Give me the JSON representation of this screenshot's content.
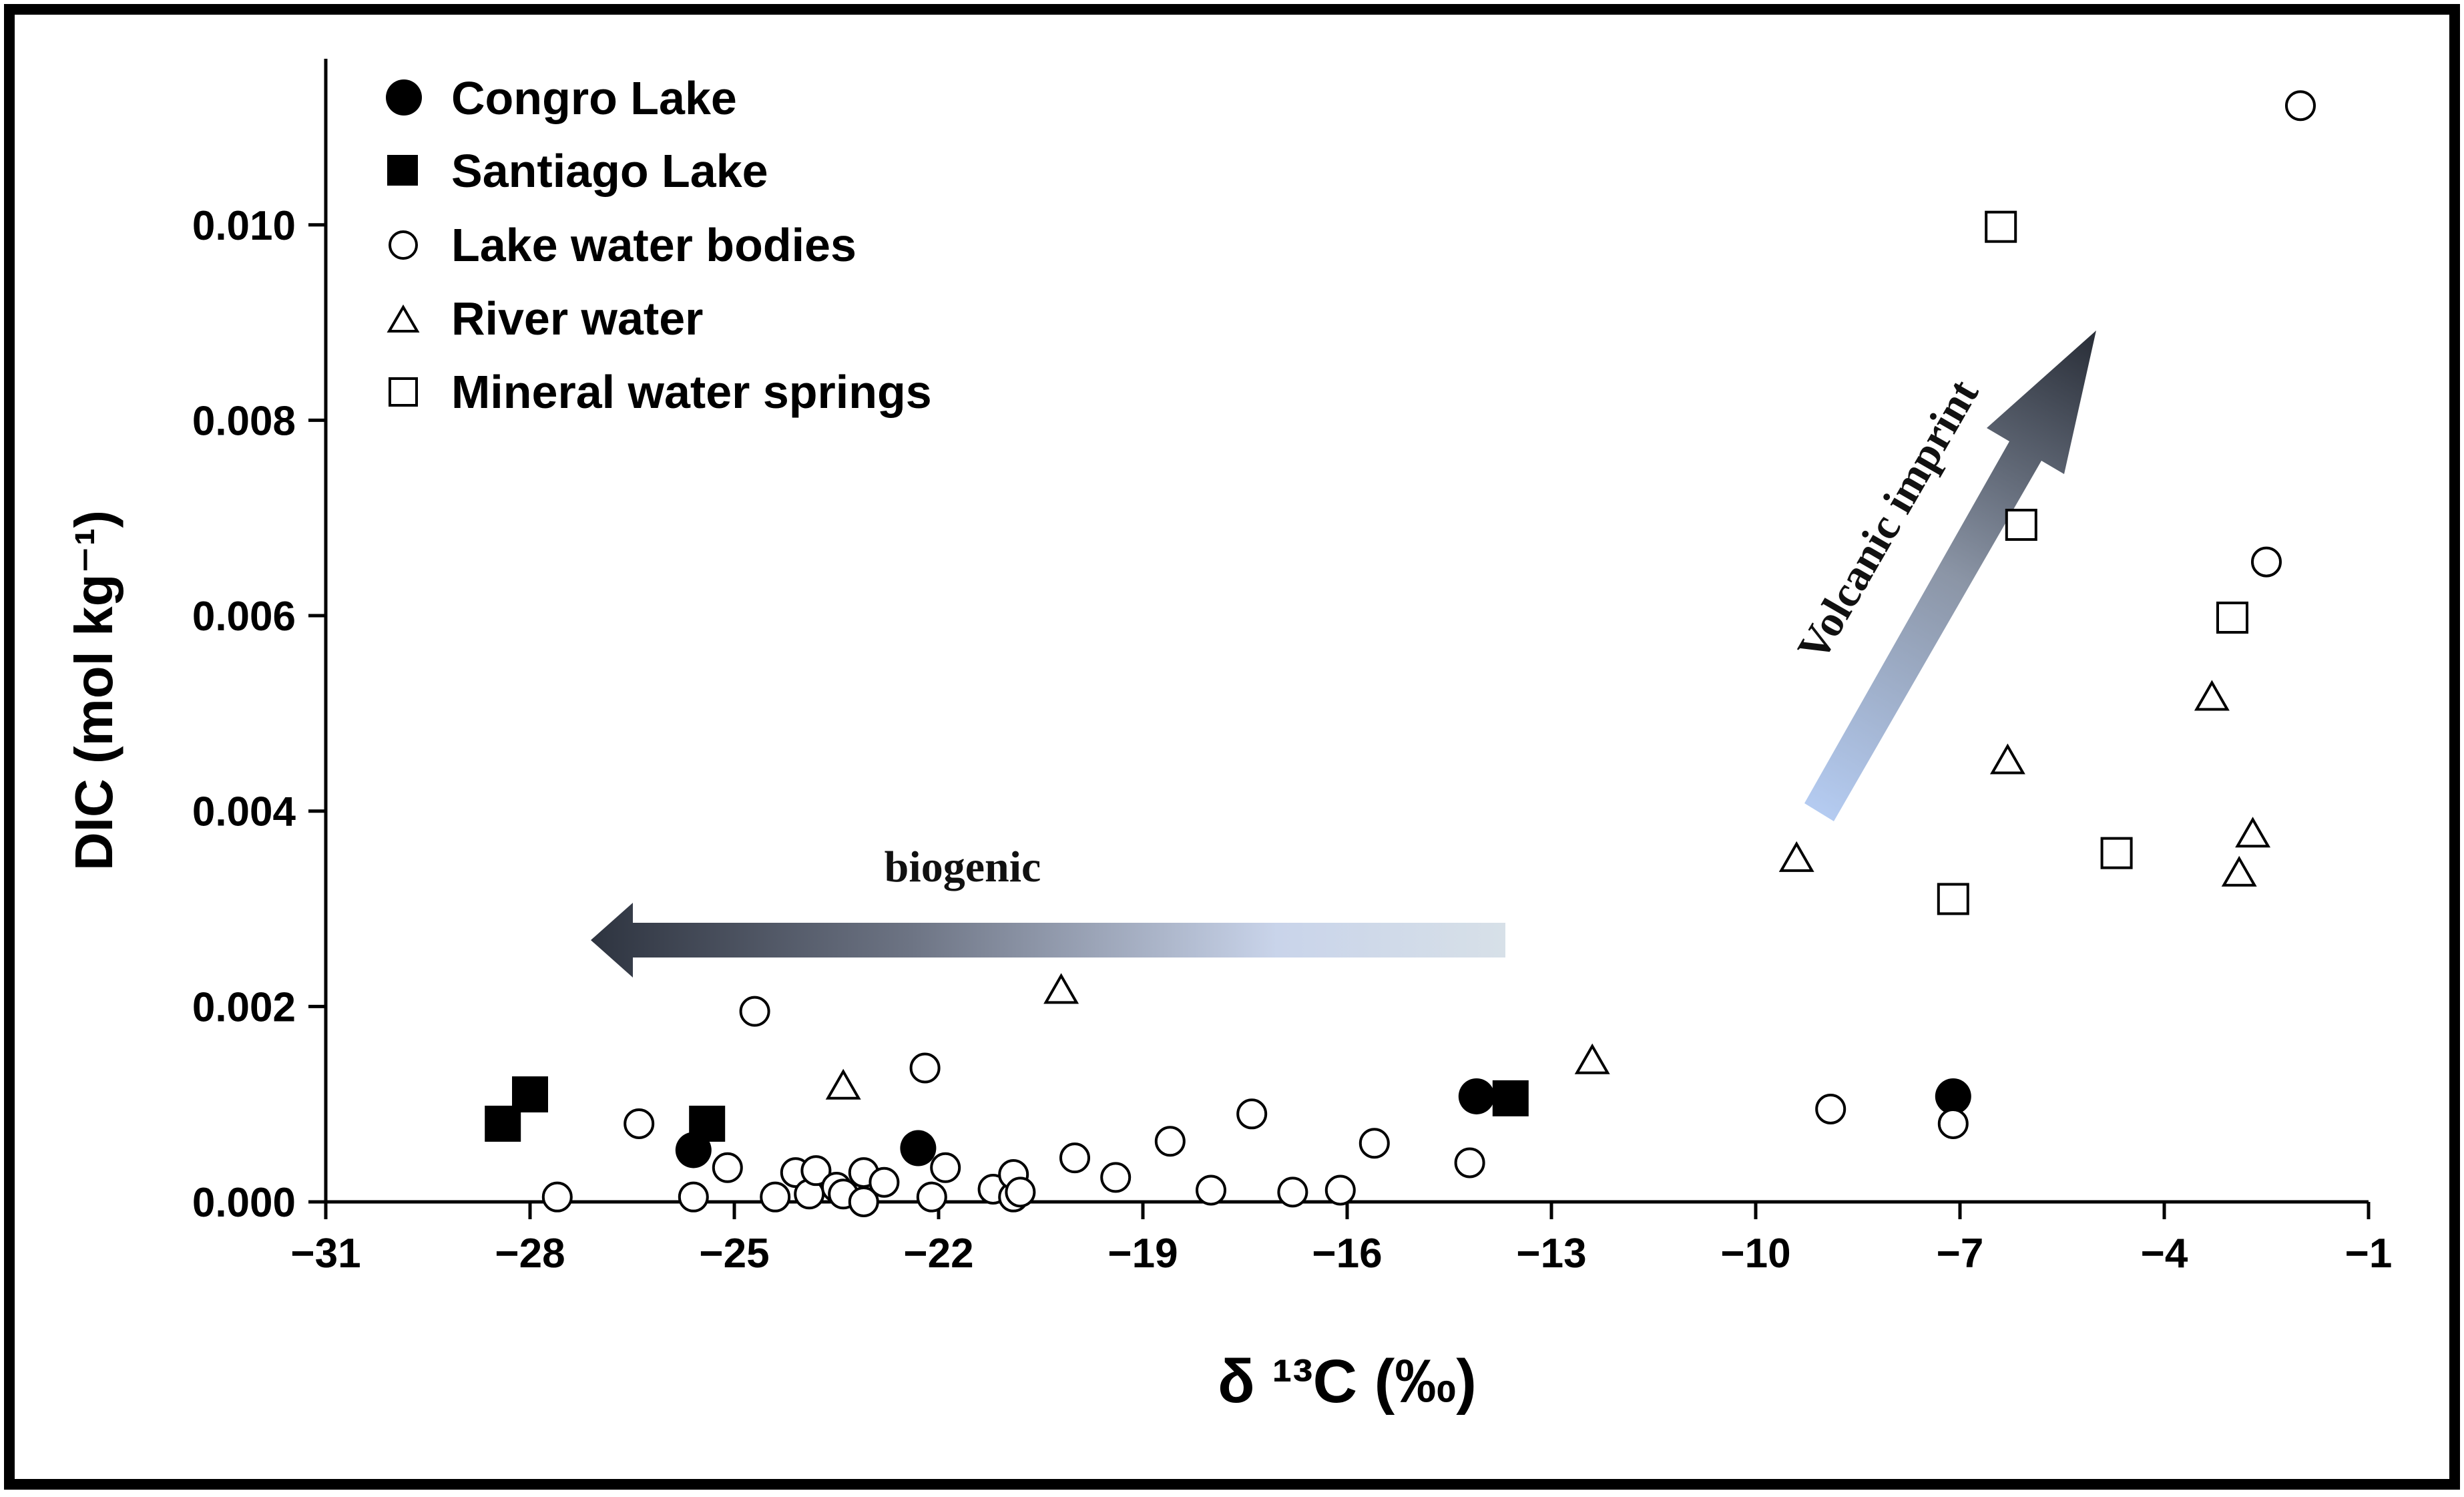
{
  "chart_data": {
    "type": "scatter",
    "xlabel": "δ ¹³C (‰)",
    "ylabel": "DIC (mol kg⁻¹)",
    "xlim": [
      -31,
      -1
    ],
    "ylim": [
      0,
      0.0117
    ],
    "x_ticks": [
      -31,
      -28,
      -25,
      -22,
      -19,
      -16,
      -13,
      -10,
      -7,
      -4,
      -1
    ],
    "x_tick_labels": [
      "−31",
      "−28",
      "−25",
      "−22",
      "−19",
      "−16",
      "−13",
      "−10",
      "−7",
      "−4",
      "−1"
    ],
    "y_ticks": [
      0,
      0.002,
      0.004,
      0.006,
      0.008,
      0.01
    ],
    "y_tick_labels": [
      "0.000",
      "0.002",
      "0.004",
      "0.006",
      "0.008",
      "0.010"
    ],
    "grid": false,
    "legend_position": "top-left",
    "series": [
      {
        "name": "Congro Lake",
        "marker": "circle",
        "filled": true,
        "points": [
          [
            -25.6,
            0.00053
          ],
          [
            -22.3,
            0.00055
          ],
          [
            -14.1,
            0.00108
          ],
          [
            -7.1,
            0.00108
          ]
        ]
      },
      {
        "name": "Santiago Lake",
        "marker": "square",
        "filled": true,
        "points": [
          [
            -28.4,
            0.0008
          ],
          [
            -28.0,
            0.0011
          ],
          [
            -25.4,
            0.0008
          ],
          [
            -13.6,
            0.00106
          ]
        ]
      },
      {
        "name": "Lake water bodies",
        "marker": "circle",
        "filled": false,
        "points": [
          [
            -27.6,
            5e-05
          ],
          [
            -26.4,
            0.0008
          ],
          [
            -25.6,
            5e-05
          ],
          [
            -25.1,
            0.00035
          ],
          [
            -24.7,
            0.00195
          ],
          [
            -24.4,
            5e-05
          ],
          [
            -24.1,
            0.0003
          ],
          [
            -23.9,
            8e-05
          ],
          [
            -23.8,
            0.00032
          ],
          [
            -23.5,
            0.00015
          ],
          [
            -23.4,
            8e-05
          ],
          [
            -23.1,
            0.0003
          ],
          [
            -23.1,
            0.0
          ],
          [
            -22.8,
            0.0002
          ],
          [
            -22.2,
            0.00137
          ],
          [
            -22.1,
            5e-05
          ],
          [
            -21.9,
            0.00035
          ],
          [
            -21.2,
            0.00013
          ],
          [
            -20.9,
            5e-05
          ],
          [
            -20.9,
            0.00028
          ],
          [
            -20.8,
            0.0001
          ],
          [
            -20.0,
            0.00045
          ],
          [
            -19.4,
            0.00025
          ],
          [
            -18.6,
            0.00062
          ],
          [
            -18.0,
            0.00012
          ],
          [
            -17.4,
            0.0009
          ],
          [
            -16.8,
            0.0001
          ],
          [
            -16.1,
            0.00012
          ],
          [
            -15.6,
            0.0006
          ],
          [
            -14.2,
            0.0004
          ],
          [
            -8.9,
            0.00095
          ],
          [
            -7.1,
            0.0008
          ],
          [
            -2.5,
            0.00655
          ],
          [
            -2.0,
            0.01122
          ]
        ]
      },
      {
        "name": "River water",
        "marker": "triangle",
        "filled": false,
        "points": [
          [
            -23.4,
            0.00117
          ],
          [
            -20.2,
            0.00215
          ],
          [
            -12.4,
            0.00143
          ],
          [
            -9.4,
            0.0035
          ],
          [
            -6.3,
            0.0045
          ],
          [
            -3.3,
            0.00515
          ],
          [
            -2.9,
            0.00335
          ],
          [
            -2.7,
            0.00375
          ]
        ]
      },
      {
        "name": "Mineral water springs",
        "marker": "square",
        "filled": false,
        "points": [
          [
            -7.1,
            0.0031
          ],
          [
            -6.4,
            0.00998
          ],
          [
            -6.1,
            0.00693
          ],
          [
            -4.7,
            0.00357
          ],
          [
            -3.0,
            0.00598
          ]
        ]
      }
    ],
    "annotations": [
      {
        "text": "biogenic",
        "arrow_from": [
          -14.0,
          0.0027
        ],
        "arrow_to": [
          -28.0,
          0.0027
        ]
      },
      {
        "text": "Volcanic imprint",
        "arrow_from": [
          -8.4,
          0.0041
        ],
        "arrow_to": [
          -5.7,
          0.0092
        ]
      }
    ]
  }
}
